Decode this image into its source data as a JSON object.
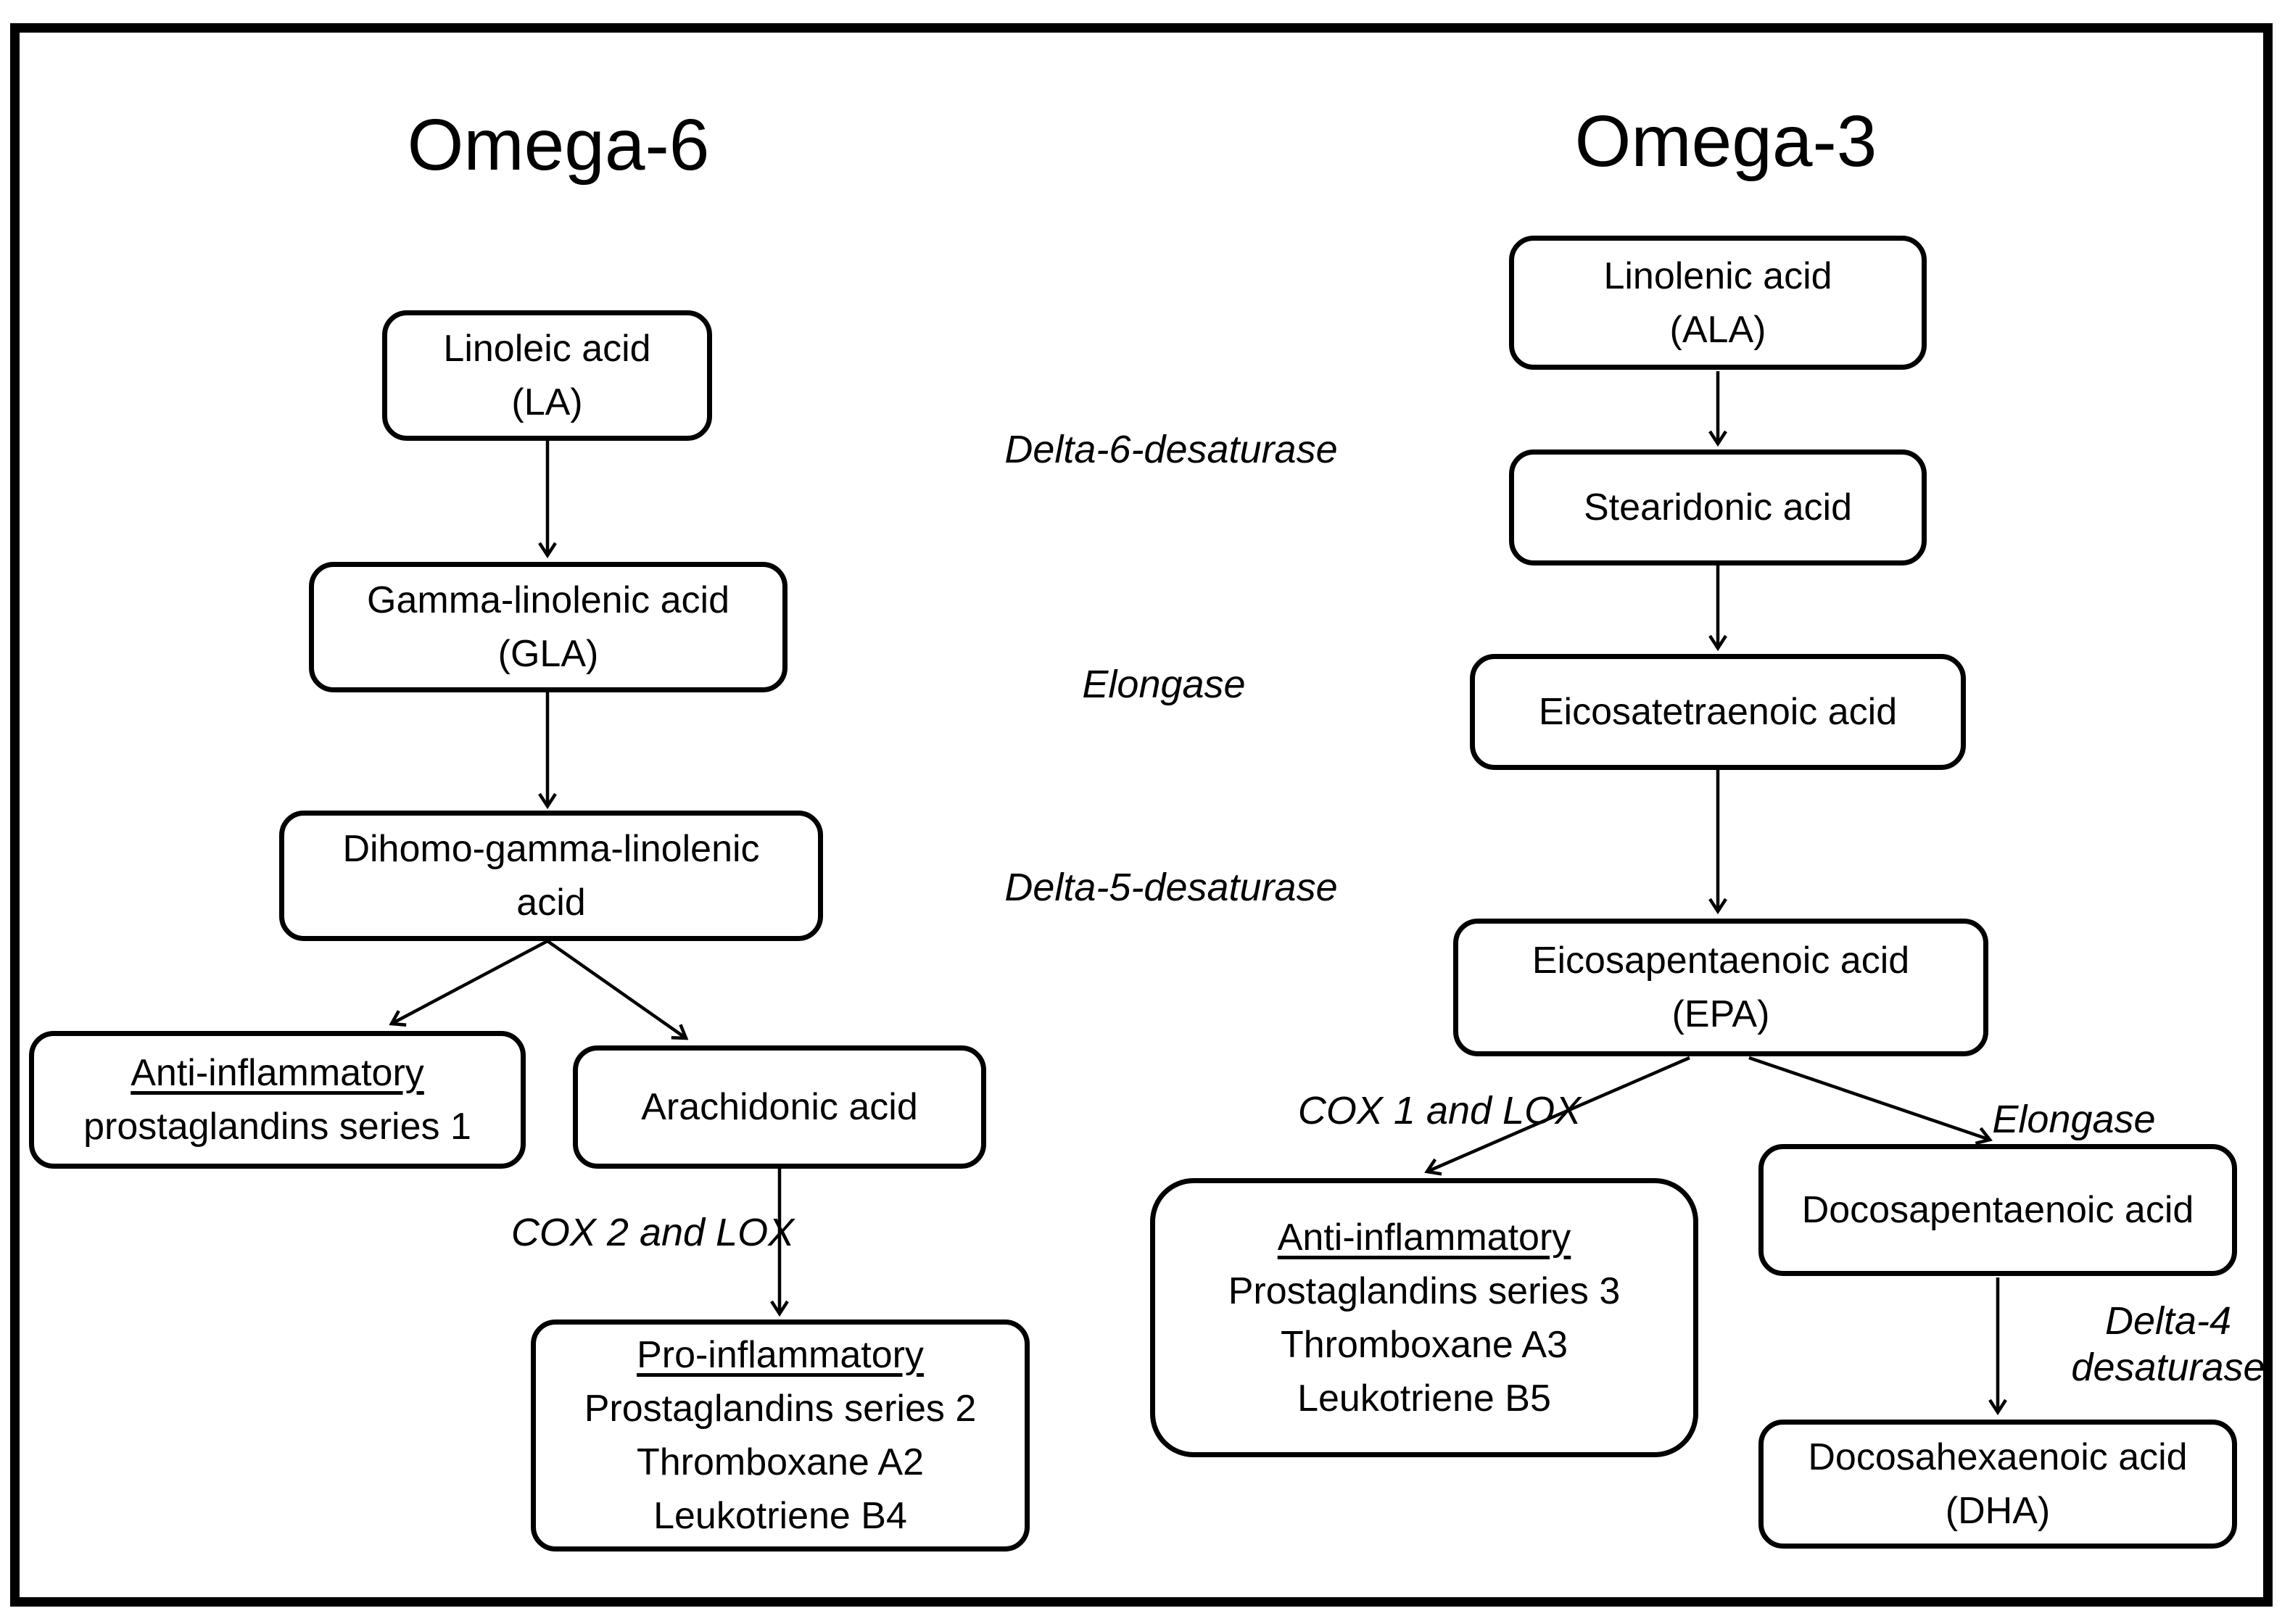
{
  "colors": {
    "ink": "#000000",
    "background": "#ffffff"
  },
  "titles": {
    "left": "Omega-6",
    "right": "Omega-3"
  },
  "boxes": {
    "la": {
      "line1": "Linoleic acid",
      "line2": "(LA)"
    },
    "gla": {
      "line1": "Gamma-linolenic acid",
      "line2": "(GLA)"
    },
    "dgla": {
      "line1": "Dihomo-gamma-linolenic",
      "line2": "acid"
    },
    "anti1": {
      "heading": "Anti-inflammatory",
      "line2": "prostaglandins series 1"
    },
    "aa": {
      "line1": "Arachidonic acid"
    },
    "pro2": {
      "heading": "Pro-inflammatory",
      "line2": "Prostaglandins series 2",
      "line3": "Thromboxane A2",
      "line4": "Leukotriene B4"
    },
    "ala": {
      "line1": "Linolenic acid",
      "line2": "(ALA)"
    },
    "sda": {
      "line1": "Stearidonic acid"
    },
    "eta": {
      "line1": "Eicosatetraenoic acid"
    },
    "epa": {
      "line1": "Eicosapentaenoic acid",
      "line2": "(EPA)"
    },
    "anti3": {
      "heading": "Anti-inflammatory",
      "line2": "Prostaglandins series 3",
      "line3": "Thromboxane A3",
      "line4": "Leukotriene B5"
    },
    "dpa": {
      "line1": "Docosapentaenoic acid"
    },
    "dha": {
      "line1": "Docosahexaenoic acid",
      "line2": "(DHA)"
    }
  },
  "enzymes": {
    "d6d": "Delta-6-desaturase",
    "elongase_left": "Elongase",
    "d5d": "Delta-5-desaturase",
    "cox2": "COX 2 and LOX",
    "cox1": "COX 1 and LOX",
    "elongase_right": "Elongase",
    "d4d_line1": "Delta-4",
    "d4d_line2": "desaturase"
  }
}
